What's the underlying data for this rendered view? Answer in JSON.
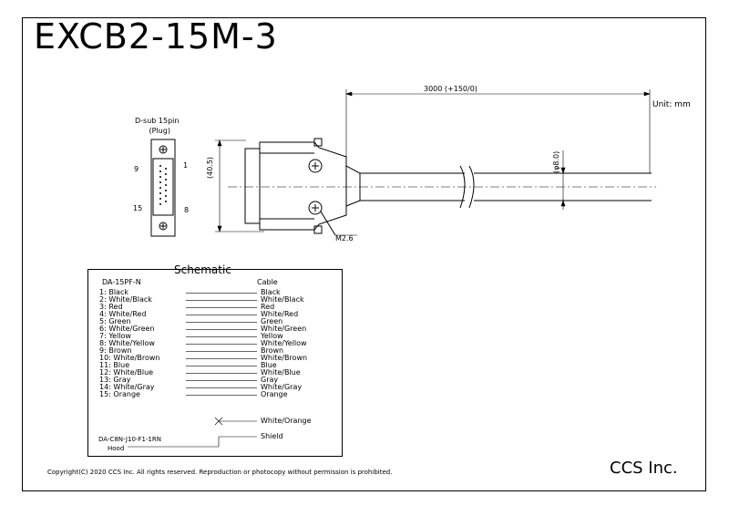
{
  "title": "EXCB2-15M-3",
  "unit": "Unit: mm",
  "connector": {
    "type_line1": "D-sub 15pin",
    "type_line2": "(Plug)",
    "pin_9": "9",
    "pin_1": "1",
    "pin_15": "15",
    "pin_8": "8"
  },
  "dimensions": {
    "length": "3000 (+150/0)",
    "height": "(40.5)",
    "diameter": "(φ8.0)",
    "screw": "M2.6"
  },
  "schematic": {
    "title": "Schematic",
    "left_header": "DA-15PF-N",
    "right_header": "Cable",
    "wires": [
      {
        "pin": "1: Black",
        "cable": "Black"
      },
      {
        "pin": "2: White/Black",
        "cable": "White/Black"
      },
      {
        "pin": "3: Red",
        "cable": "Red"
      },
      {
        "pin": "4: White/Red",
        "cable": "White/Red"
      },
      {
        "pin": "5: Green",
        "cable": "Green"
      },
      {
        "pin": "6: White/Green",
        "cable": "White/Green"
      },
      {
        "pin": "7: Yellow",
        "cable": "Yellow"
      },
      {
        "pin": "8: White/Yellow",
        "cable": "White/Yellow"
      },
      {
        "pin": "9: Brown",
        "cable": "Brown"
      },
      {
        "pin": "10: White/Brown",
        "cable": "White/Brown"
      },
      {
        "pin": "11: Blue",
        "cable": "Blue"
      },
      {
        "pin": "12: White/Blue",
        "cable": "White/Blue"
      },
      {
        "pin": "13: Gray",
        "cable": "Gray"
      },
      {
        "pin": "14: White/Gray",
        "cable": "White/Gray"
      },
      {
        "pin": "15: Orange",
        "cable": "Orange"
      }
    ],
    "unconnected": "White/Orange",
    "hood_line1": "DA-C8N-J10-F1-1RN",
    "hood_line2": "Hood",
    "shield": "Shield"
  },
  "footer": {
    "copyright": "Copyright(C) 2020 CCS Inc. All rights reserved. Reproduction or photocopy without permission is prohibited.",
    "company": "CCS Inc."
  }
}
